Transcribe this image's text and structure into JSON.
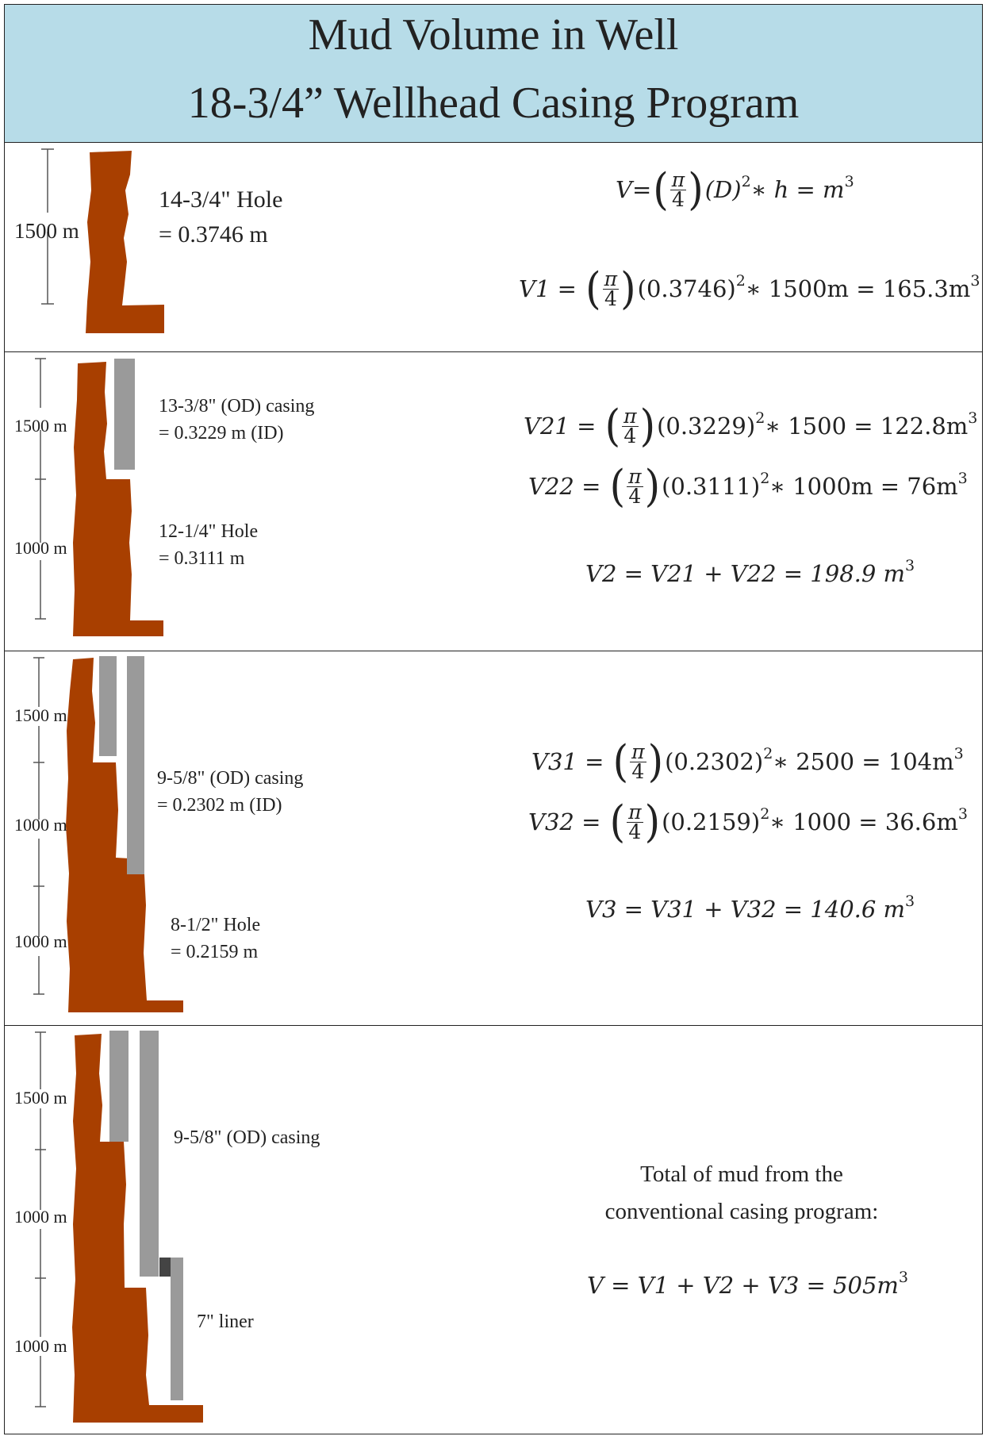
{
  "header": {
    "title_line1": "Mud Volume in Well",
    "title_line2": "18-3/4” Wellhead Casing Program"
  },
  "colors": {
    "header_bg": "#b7dce8",
    "formation": "#a83f00",
    "casing": "#9a9a9a",
    "hanger": "#444444"
  },
  "panel1": {
    "depth": "1500 m",
    "hole_label": "14-3/4\" Hole",
    "hole_value": "= 0.3746 m",
    "eq_general": {
      "lhs": "V",
      "rest": " = ",
      "paren": "(D)",
      "tail": " ∗ h = m"
    },
    "eq_v1": {
      "lhs": "V1",
      "value": "(0.3746)",
      "tail": " ∗ 1500m = 165.3m"
    }
  },
  "panel2": {
    "depth1": "1500 m",
    "depth2": "1000 m",
    "casing_label": "13-3/8\" (OD) casing",
    "casing_value": "= 0.3229 m (ID)",
    "hole_label": "12-1/4\" Hole",
    "hole_value": "= 0.3111 m",
    "eq_v21": {
      "lhs": "V21",
      "value": "(0.3229)",
      "tail": " ∗ 1500 = 122.8m"
    },
    "eq_v22": {
      "lhs": "V22",
      "value": "(0.3111)",
      "tail": " ∗ 1000m = 76m"
    },
    "eq_v2": "V2 = V21 + V22 = 198.9 m"
  },
  "panel3": {
    "depth1": "1500 m",
    "depth2": "1000 m",
    "depth3": "1000 m",
    "casing_label": "9-5/8\" (OD) casing",
    "casing_value": "= 0.2302 m (ID)",
    "hole_label": "8-1/2\" Hole",
    "hole_value": "= 0.2159 m",
    "eq_v31": {
      "lhs": "V31",
      "value": "(0.2302)",
      "tail": " ∗ 2500 = 104m"
    },
    "eq_v32": {
      "lhs": "V32",
      "value": "(0.2159)",
      "tail": " ∗ 1000 = 36.6m"
    },
    "eq_v3": "V3 = V31 + V32 = 140.6 m"
  },
  "panel4": {
    "depth1": "1500 m",
    "depth2": "1000 m",
    "depth3": "1000 m",
    "casing_label": "9-5/8\" (OD) casing",
    "liner_label": "7\" liner",
    "total_line1": "Total of mud from the",
    "total_line2": "conventional casing program:",
    "eq_total": "V = V1 + V2 + V3 = 505m"
  },
  "math": {
    "pi": "π",
    "four": "4",
    "sq": "2",
    "cube": "3"
  }
}
